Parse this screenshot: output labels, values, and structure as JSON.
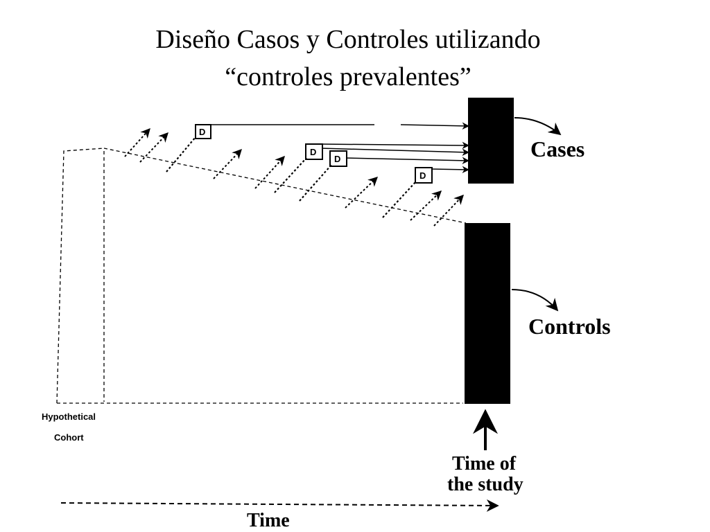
{
  "slide": {
    "title_line_1": "Diseño Casos y Controles utilizando",
    "title_line_2": "“controles prevalentes”"
  },
  "diagram": {
    "cases_label": "Cases",
    "controls_label": "Controls",
    "cohort_label_line_1": "Hypothetical",
    "cohort_label_line_2": "Cohort",
    "study_label_line_1": "Time of",
    "study_label_line_2": "the study",
    "time_axis_label": "Time",
    "disease_marker_letter": "D"
  }
}
